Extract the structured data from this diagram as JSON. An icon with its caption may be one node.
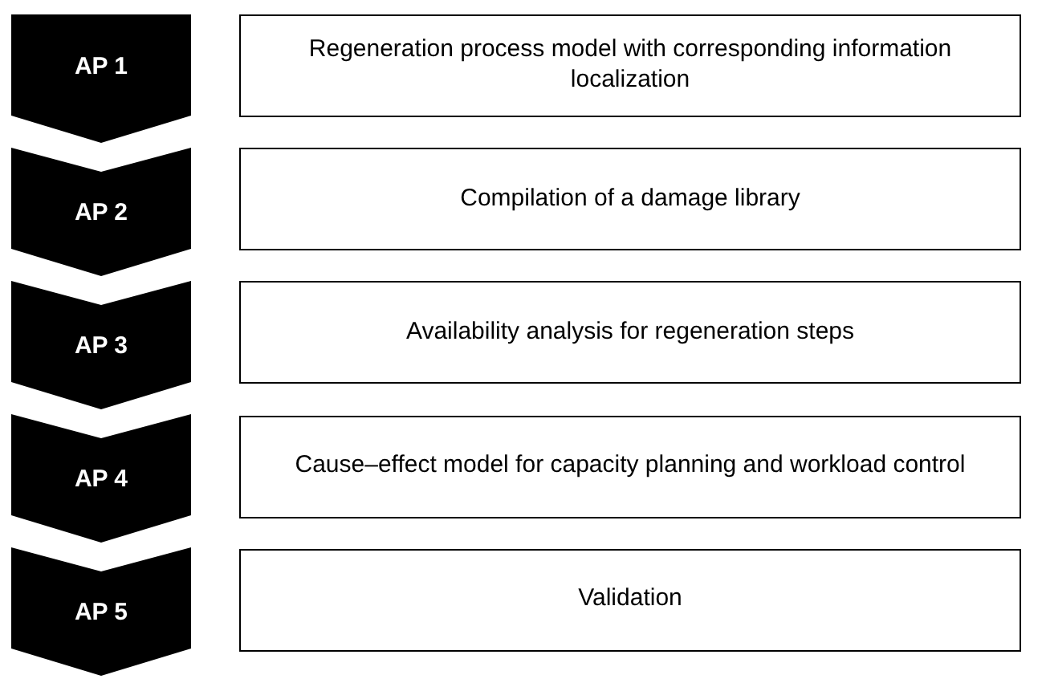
{
  "diagram": {
    "nodes": [
      {
        "text": [
          "AP 1"
        ]
      },
      {
        "text": [
          "Regeneration process model with corresponding information localization"
        ]
      },
      {
        "text": [
          "AP 2"
        ]
      },
      {
        "text": [
          "Compilation of a damage library"
        ]
      },
      {
        "text": [
          "AP 3"
        ]
      },
      {
        "text": [
          "Availability analysis for regeneration steps"
        ]
      },
      {
        "text": [
          "AP 4"
        ]
      },
      {
        "text": [
          "Cause–effect model for capacity planning and workload control"
        ]
      },
      {
        "text": [
          "AP 5"
        ]
      },
      {
        "text": [
          "Validation"
        ]
      }
    ]
  }
}
